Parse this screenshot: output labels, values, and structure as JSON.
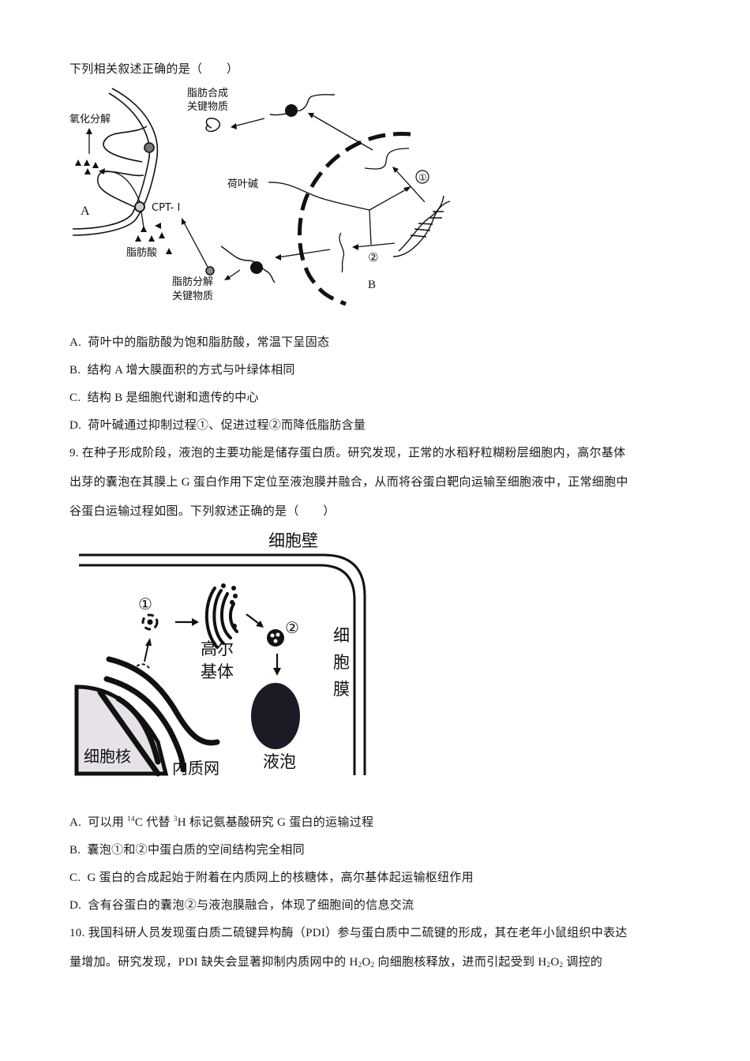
{
  "q8": {
    "stem_tail": "下列相关叙述正确的是（　　）",
    "figure": {
      "labels": {
        "oxidation": "氧化分解",
        "A": "A",
        "cpt": "CPT- I",
        "fatty_acid": "脂肪酸",
        "synth_key_1": "脂肪合成",
        "synth_key_2": "关键物质",
        "decomp_key_1": "脂肪分解",
        "decomp_key_2": "关键物质",
        "nuciferine": "荷叶碱",
        "circ1": "①",
        "circ2": "②",
        "B": "B"
      }
    },
    "options": [
      {
        "letter": "A.",
        "text": "荷叶中的脂肪酸为饱和脂肪酸，常温下呈固态"
      },
      {
        "letter": "B.",
        "text": "结构 A 增大膜面积的方式与叶绿体相同"
      },
      {
        "letter": "C.",
        "text": "结构 B 是细胞代谢和遗传的中心"
      },
      {
        "letter": "D.",
        "text": "荷叶碱通过抑制过程①、促进过程②而降低脂肪含量"
      }
    ]
  },
  "q9": {
    "line1": "9. 在种子形成阶段，液泡的主要功能是储存蛋白质。研究发现，正常的水稻籽粒糊粉层细胞内，高尔基体",
    "line2": "出芽的囊泡在其膜上 G 蛋白作用下定位至液泡膜并融合，从而将谷蛋白靶向运输至细胞液中，正常细胞中",
    "line3": "谷蛋白运输过程如图。下列叙述正确的是（　　）",
    "figure": {
      "labels": {
        "cell_wall": "细胞壁",
        "cell_membrane_1": "细",
        "cell_membrane_2": "胞",
        "cell_membrane_3": "膜",
        "golgi_1": "高尔",
        "golgi_2": "基体",
        "nucleus": "细胞核",
        "er": "内质网",
        "vacuole": "液泡",
        "circ1": "①",
        "circ2": "②"
      }
    },
    "options": [
      {
        "letter": "A.",
        "pre": "可以用 ",
        "sup1": "14",
        "mid1": "C 代替 ",
        "sup2": "3",
        "post": "H 标记氨基酸研究 G 蛋白的运输过程"
      },
      {
        "letter": "B.",
        "text": "囊泡①和②中蛋白质的空间结构完全相同"
      },
      {
        "letter": "C.",
        "text": "G 蛋白的合成起始于附着在内质网上的核糖体，高尔基体起运输枢纽作用"
      },
      {
        "letter": "D.",
        "text": "含有谷蛋白的囊泡②与液泡膜融合，体现了细胞间的信息交流"
      }
    ]
  },
  "q10": {
    "line1": "10. 我国科研人员发现蛋白质二硫键异构酶（PDI）参与蛋白质中二硫键的形成，其在老年小鼠组织中表达",
    "line2_a": "量增加。研究发现，PDI 缺失会显著抑制内质网中的 H",
    "line2_sub1": "2",
    "line2_b": "O",
    "line2_sub2": "2",
    "line2_c": " 向细胞核释放，进而引起受到 H",
    "line2_sub3": "2",
    "line2_d": "O",
    "line2_sub4": "2",
    "line2_e": " 调控的"
  }
}
